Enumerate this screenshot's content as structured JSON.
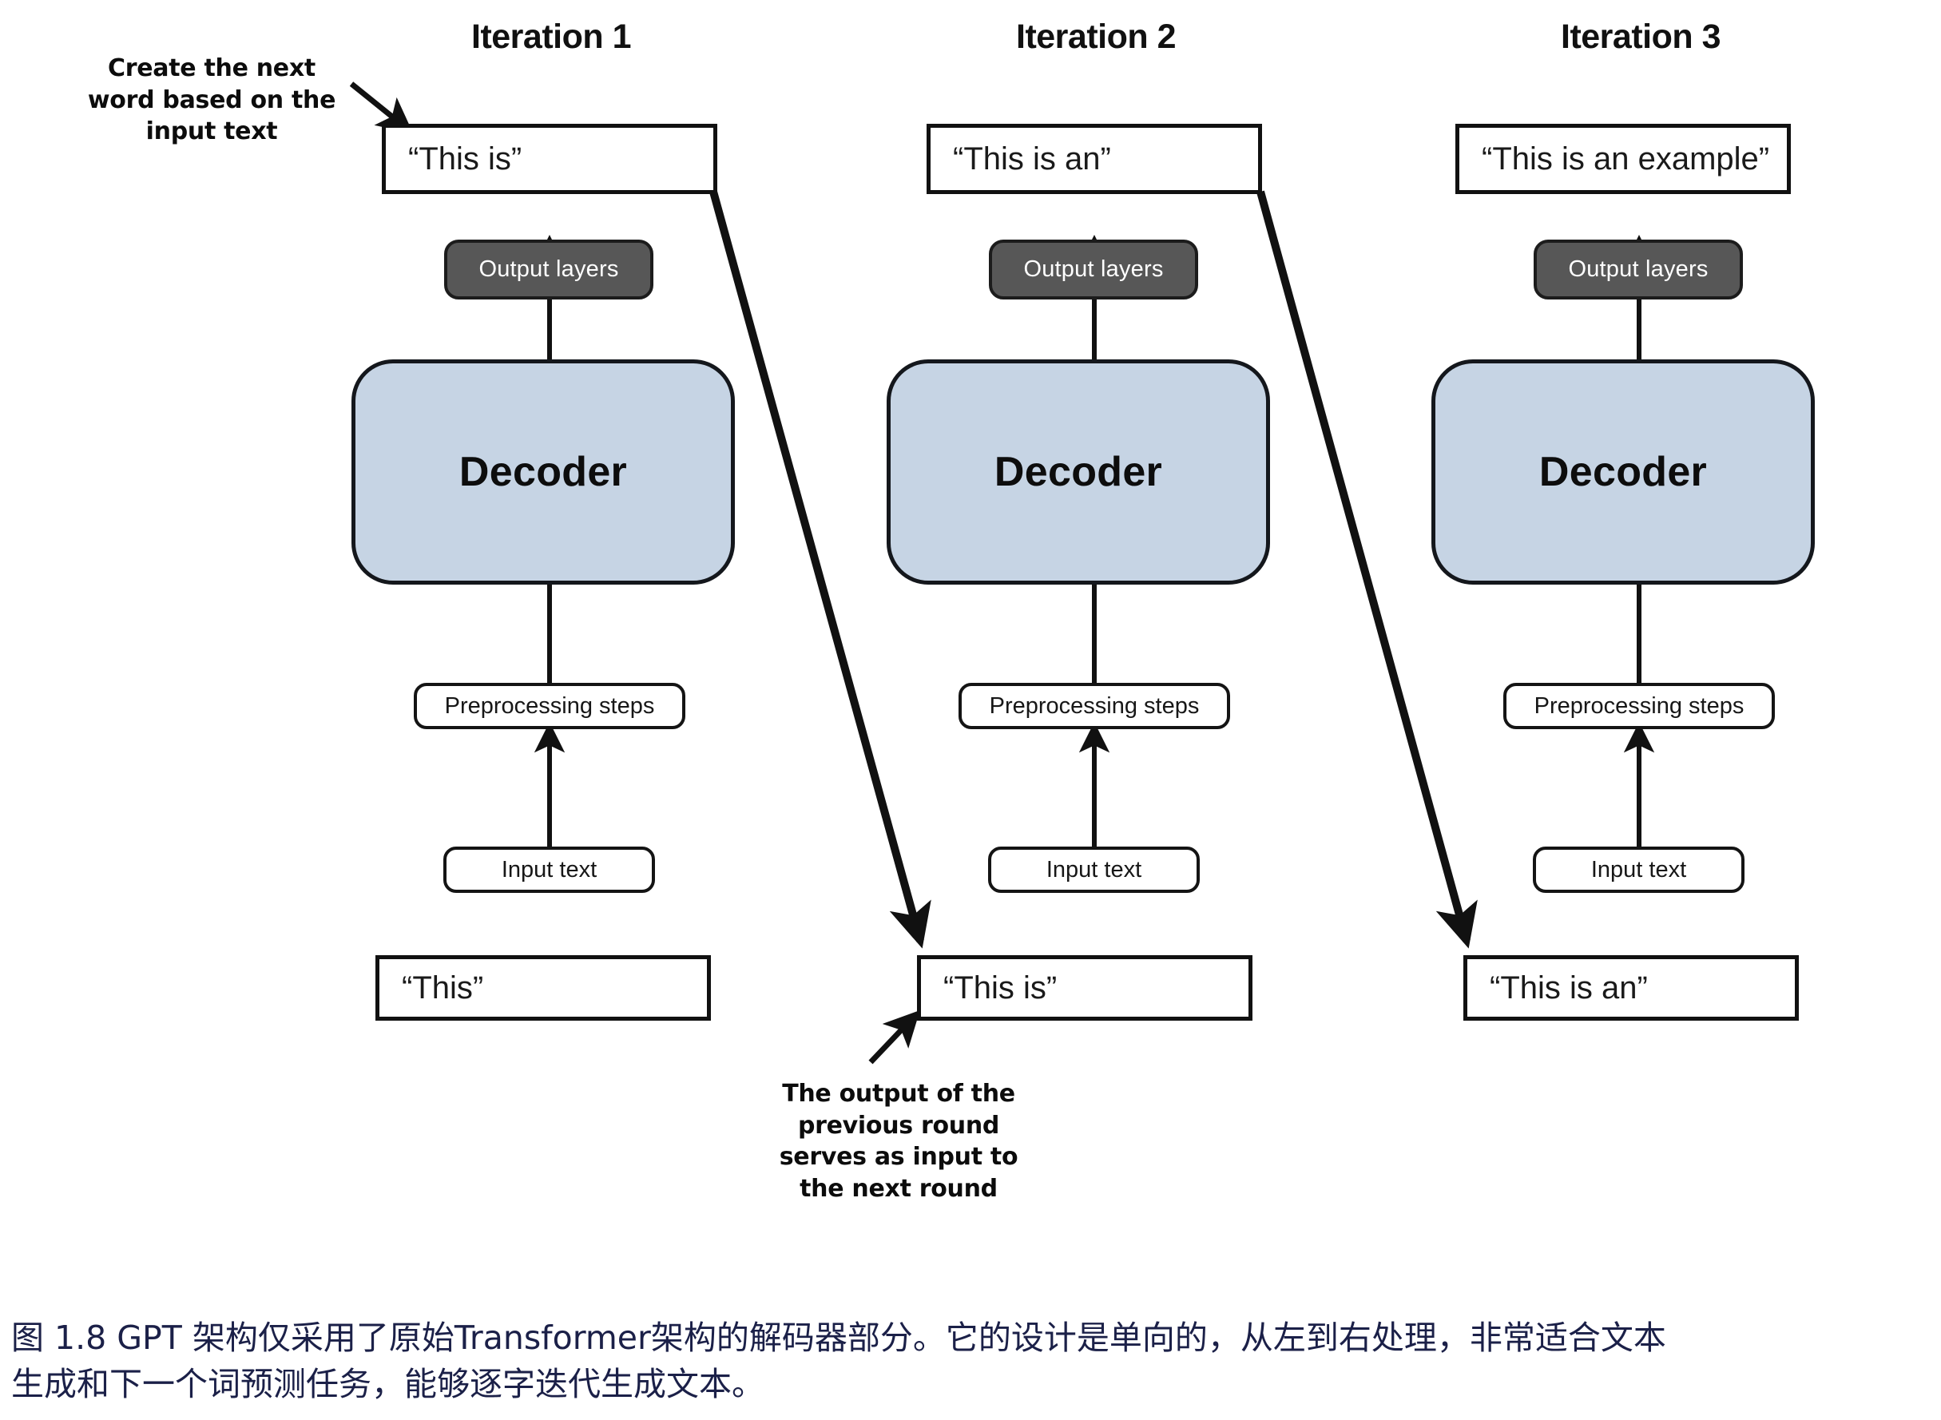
{
  "figure": {
    "caption": "图 1.8  GPT 架构仅采用了原始Transformer架构的解码器部分。它的设计是单向的，从左到右处理，非常适合文本\n生成和下一个词预测任务，能够逐字迭代生成文本。",
    "caption_color": "#1b2048",
    "background": "#ffffff"
  },
  "annotations": {
    "top_left": "Create the next\nword based on the\ninput text",
    "bottom_center": "The output of the\nprevious round\nserves as input to\nthe next round"
  },
  "colors": {
    "decoder_fill": "#c6d4e4",
    "decoder_border": "#14171c",
    "output_layers_fill": "#575757",
    "output_layers_text": "#ffffff",
    "box_border": "#111111",
    "box_fill": "#ffffff",
    "arrow": "#111111"
  },
  "labels": {
    "output_layers": "Output layers",
    "decoder": "Decoder",
    "preprocessing_steps": "Preprocessing steps",
    "input_text": "Input text"
  },
  "columns": [
    {
      "title": "Iteration 1",
      "output_sentence": "“This is”",
      "input_sentence": "“This”",
      "output_layers": "Output layers",
      "decoder": "Decoder",
      "preprocessing_steps": "Preprocessing steps",
      "input_text": "Input text"
    },
    {
      "title": "Iteration 2",
      "output_sentence": "“This is an”",
      "input_sentence": "“This is”",
      "output_layers": "Output layers",
      "decoder": "Decoder",
      "preprocessing_steps": "Preprocessing steps",
      "input_text": "Input text"
    },
    {
      "title": "Iteration 3",
      "output_sentence": "“This is an example”",
      "input_sentence": "“This is an”",
      "output_layers": "Output layers",
      "decoder": "Decoder",
      "preprocessing_steps": "Preprocessing steps",
      "input_text": "Input text"
    }
  ]
}
